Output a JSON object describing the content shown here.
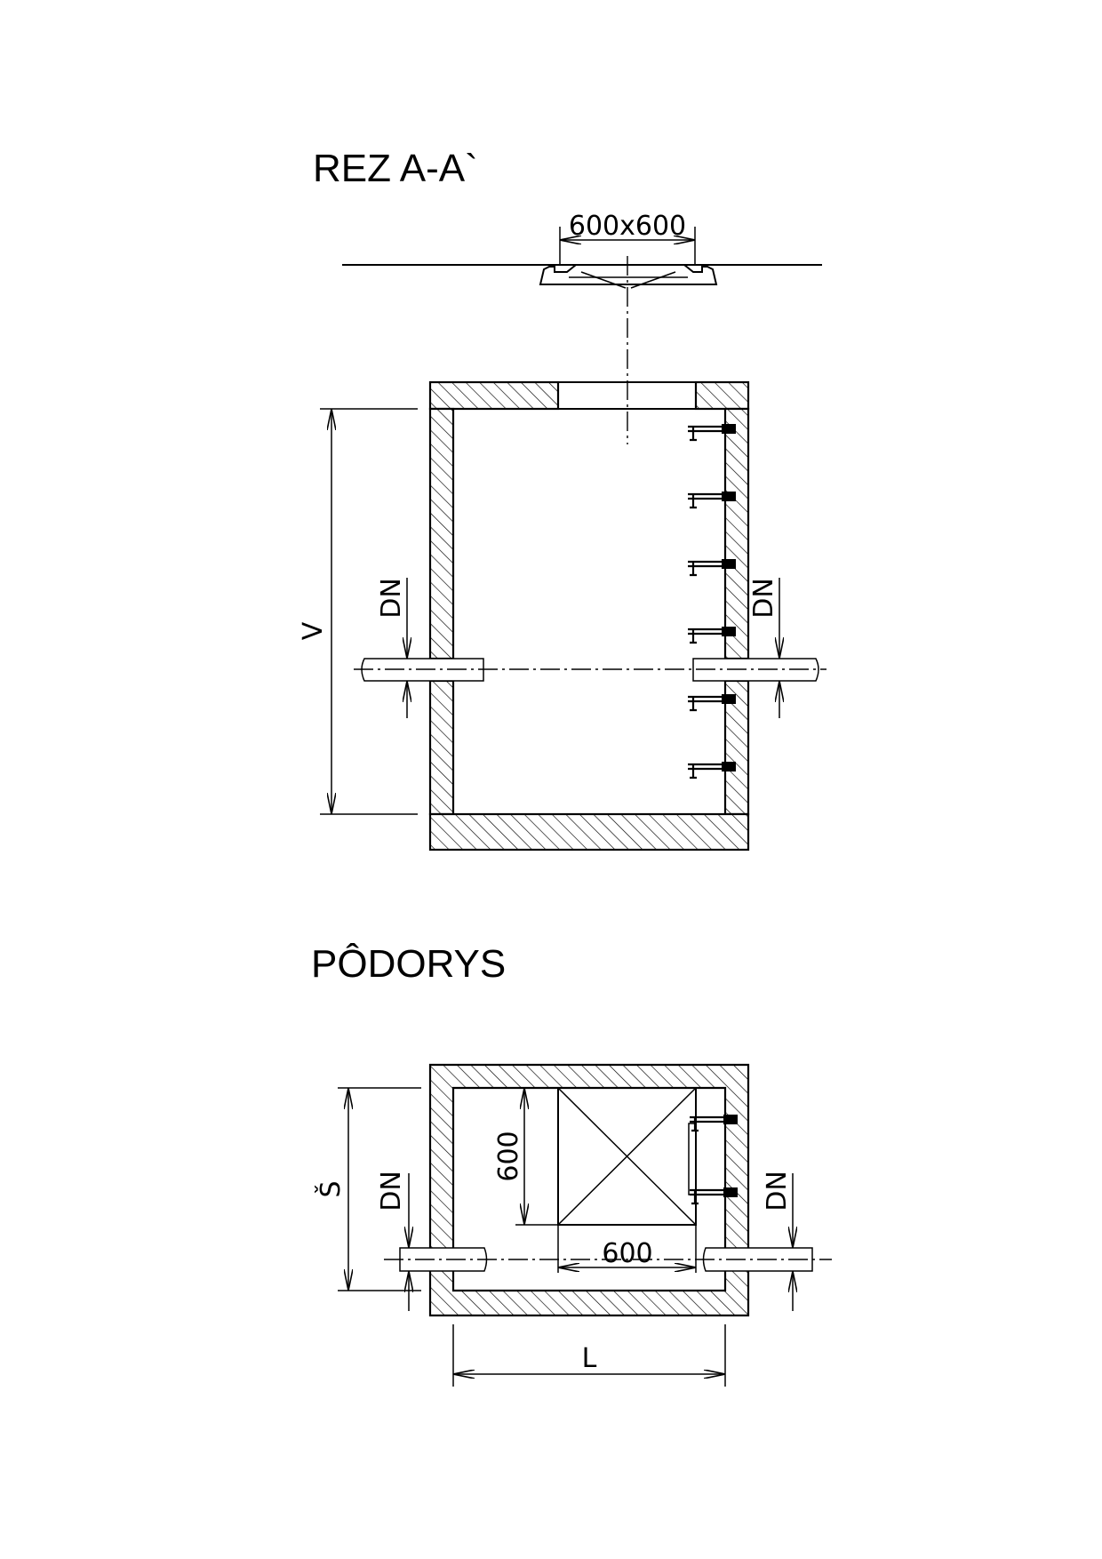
{
  "section": {
    "title": "REZ  A-A`",
    "cover_label": "600x600",
    "height_label": "V",
    "pipe_left_label": "DN",
    "pipe_right_label": "DN"
  },
  "plan": {
    "title": "PÔDORYS",
    "opening_height_label": "600",
    "opening_width_label": "600",
    "width_label": "Š",
    "length_label": "L",
    "pipe_left_label": "DN",
    "pipe_right_label": "DN"
  }
}
